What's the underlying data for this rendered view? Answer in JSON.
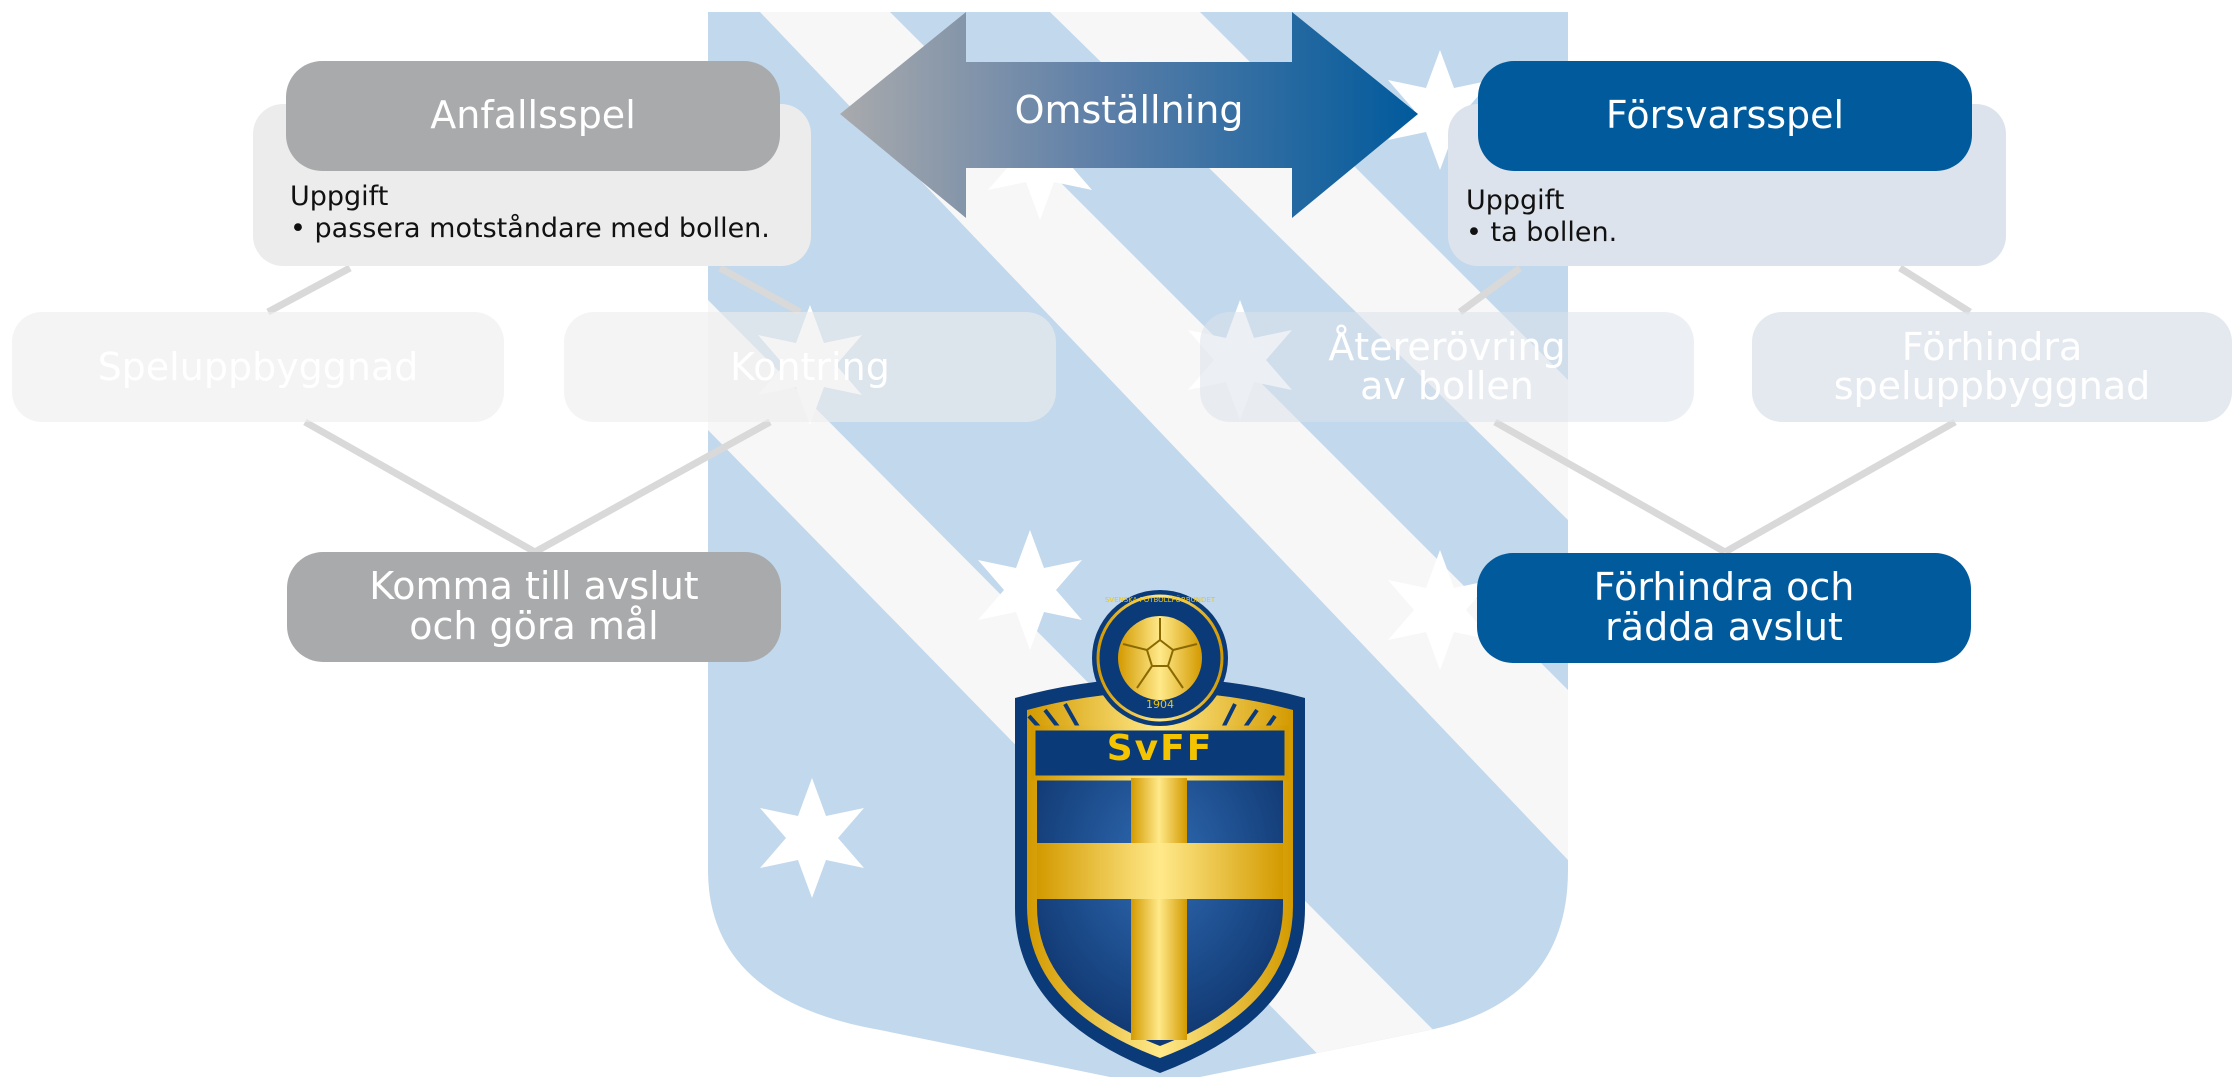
{
  "colors": {
    "attack": "#a9aaac",
    "defense": "#005a9c",
    "crest_blue": "#c2d8ec",
    "svff_yellow": "#f5c400"
  },
  "attack": {
    "title": "Anfallsspel",
    "task_heading": "Uppgift",
    "task_items": [
      "passera motståndare med bollen."
    ],
    "sub_left": "Speluppbyggnad",
    "sub_right": "Kontring",
    "bottom": "Komma till avslut\noch göra mål"
  },
  "transition": {
    "label": "Omställning"
  },
  "defense": {
    "title": "Försvarsspel",
    "task_heading": "Uppgift",
    "task_items": [
      "ta bollen."
    ],
    "sub_left": "Återerövring\nav bollen",
    "sub_right": "Förhindra\nspeluppbyggnad",
    "bottom": "Förhindra och\nrädda avslut"
  },
  "logo": {
    "badge_ring_text": "SVENSKA FOTBOLLFÖRBUNDET",
    "year": "1904",
    "name": "SvFF"
  }
}
